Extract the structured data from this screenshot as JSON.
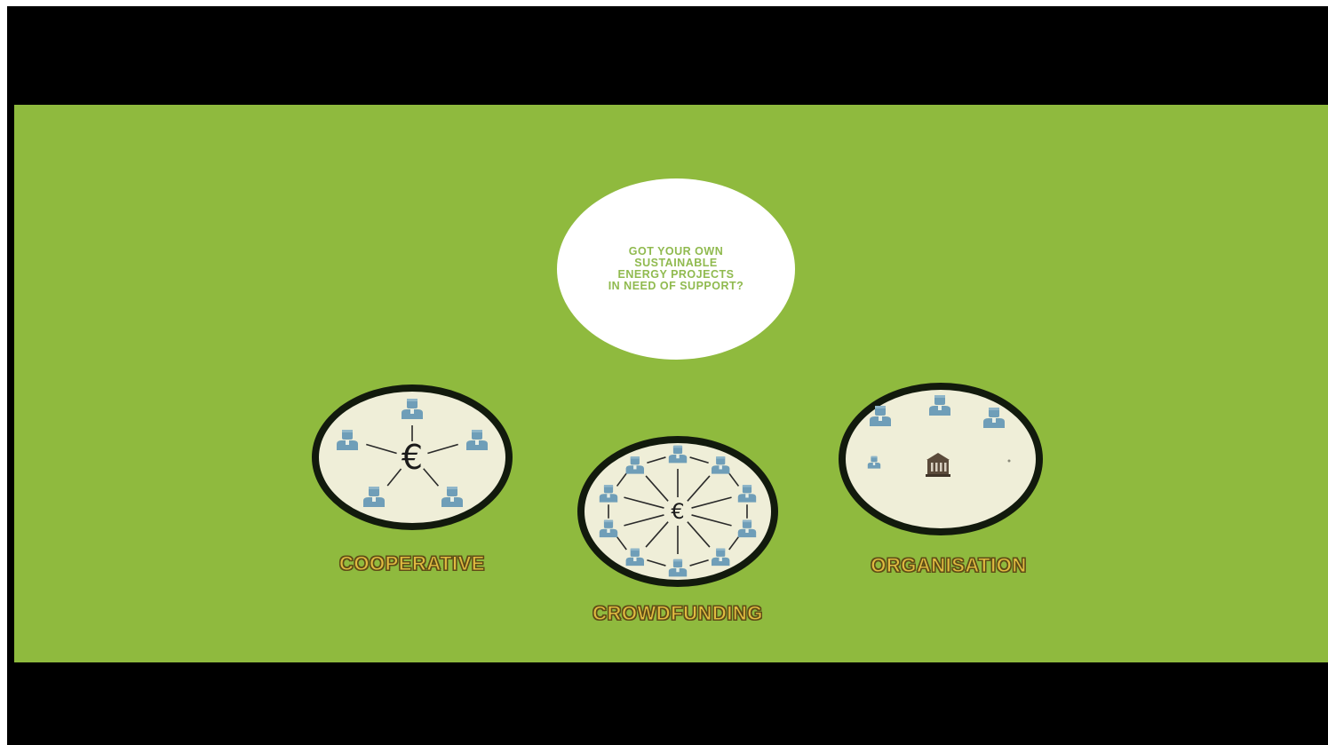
{
  "colors": {
    "background_green": "#8fba3e",
    "letterbox": "#000000",
    "bubble_fill": "#ffffff",
    "question_text": "#90ba4f",
    "circle_fill": "#efeed8",
    "circle_border": "#121a0d",
    "person_icon": "#6f9eb8",
    "connector_line": "#2a2a2a",
    "label_gold": "#e0bb40"
  },
  "question": {
    "lines": [
      "GOT YOUR OWN",
      "SUSTAINABLE",
      "ENERGY PROJECTS",
      "IN NEED OF SUPPORT?"
    ]
  },
  "models": [
    {
      "label": "COOPERATIVE",
      "center_symbol": "€",
      "icons": [
        "person-icon",
        "euro-icon"
      ]
    },
    {
      "label": "CROWDFUNDING",
      "center_symbol": "€",
      "icons": [
        "person-icon",
        "euro-icon"
      ]
    },
    {
      "label": "ORGANISATION",
      "icons": [
        "person-icon",
        "building-icon"
      ]
    }
  ]
}
